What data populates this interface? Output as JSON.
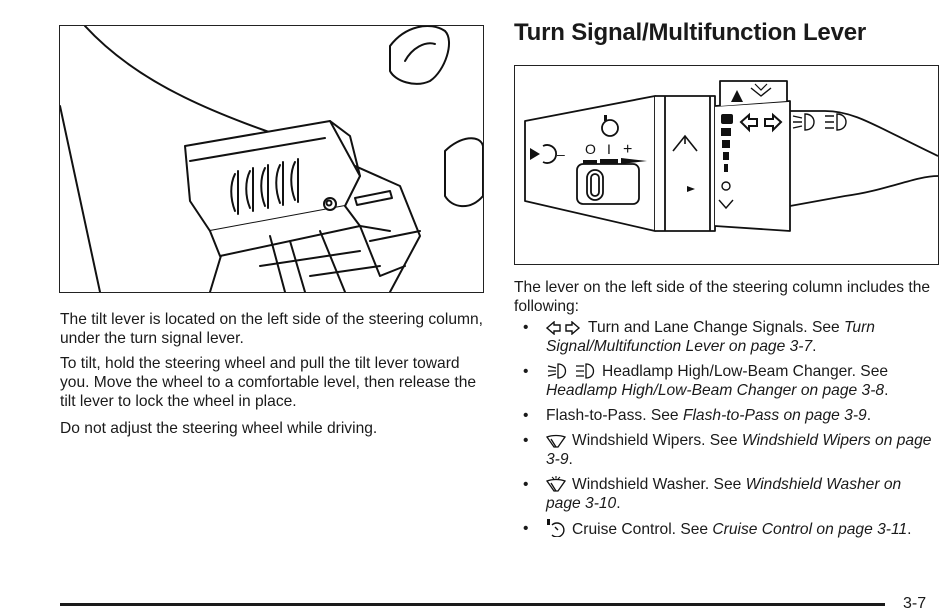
{
  "left_column": {
    "para1": "The tilt lever is located on the left side of the steering column, under the turn signal lever.",
    "para2": "To tilt, hold the steering wheel and pull the tilt lever toward you. Move the wheel to a comfortable level, then release the tilt lever to lock the wheel in place.",
    "para3": "Do not adjust the steering wheel while driving."
  },
  "right_column": {
    "title": "Turn Signal/Multifunction Lever",
    "intro": "The lever on the left side of the steering column includes the following:",
    "items": [
      {
        "icon": "turn-signal-arrows-icon",
        "text": "Turn and Lane Change Signals. See ",
        "ref": "Turn Signal/Multifunction Lever on page 3-7",
        "end": "."
      },
      {
        "icon": "headlamp-beam-icon",
        "text": "Headlamp High/Low-Beam Changer. See ",
        "ref": "Headlamp High/Low-Beam Changer on page 3-8",
        "end": "."
      },
      {
        "icon": "",
        "text": "Flash-to-Pass. See ",
        "ref": "Flash-to-Pass on page 3-9",
        "end": "."
      },
      {
        "icon": "windshield-wiper-icon",
        "text": "Windshield Wipers. See ",
        "ref": "Windshield Wipers on page 3-9",
        "end": "."
      },
      {
        "icon": "windshield-washer-icon",
        "text": "Windshield Washer. See ",
        "ref": "Windshield Washer on page 3-10",
        "end": "."
      },
      {
        "icon": "cruise-control-icon",
        "text": "Cruise Control. See ",
        "ref": "Cruise Control on page 3-11",
        "end": "."
      }
    ]
  },
  "diagram_labels": {
    "minus": "–",
    "zero": "O",
    "one": "I",
    "plus": "+"
  },
  "footer": {
    "page_number": "3-7"
  },
  "bullet_glyph": "•"
}
